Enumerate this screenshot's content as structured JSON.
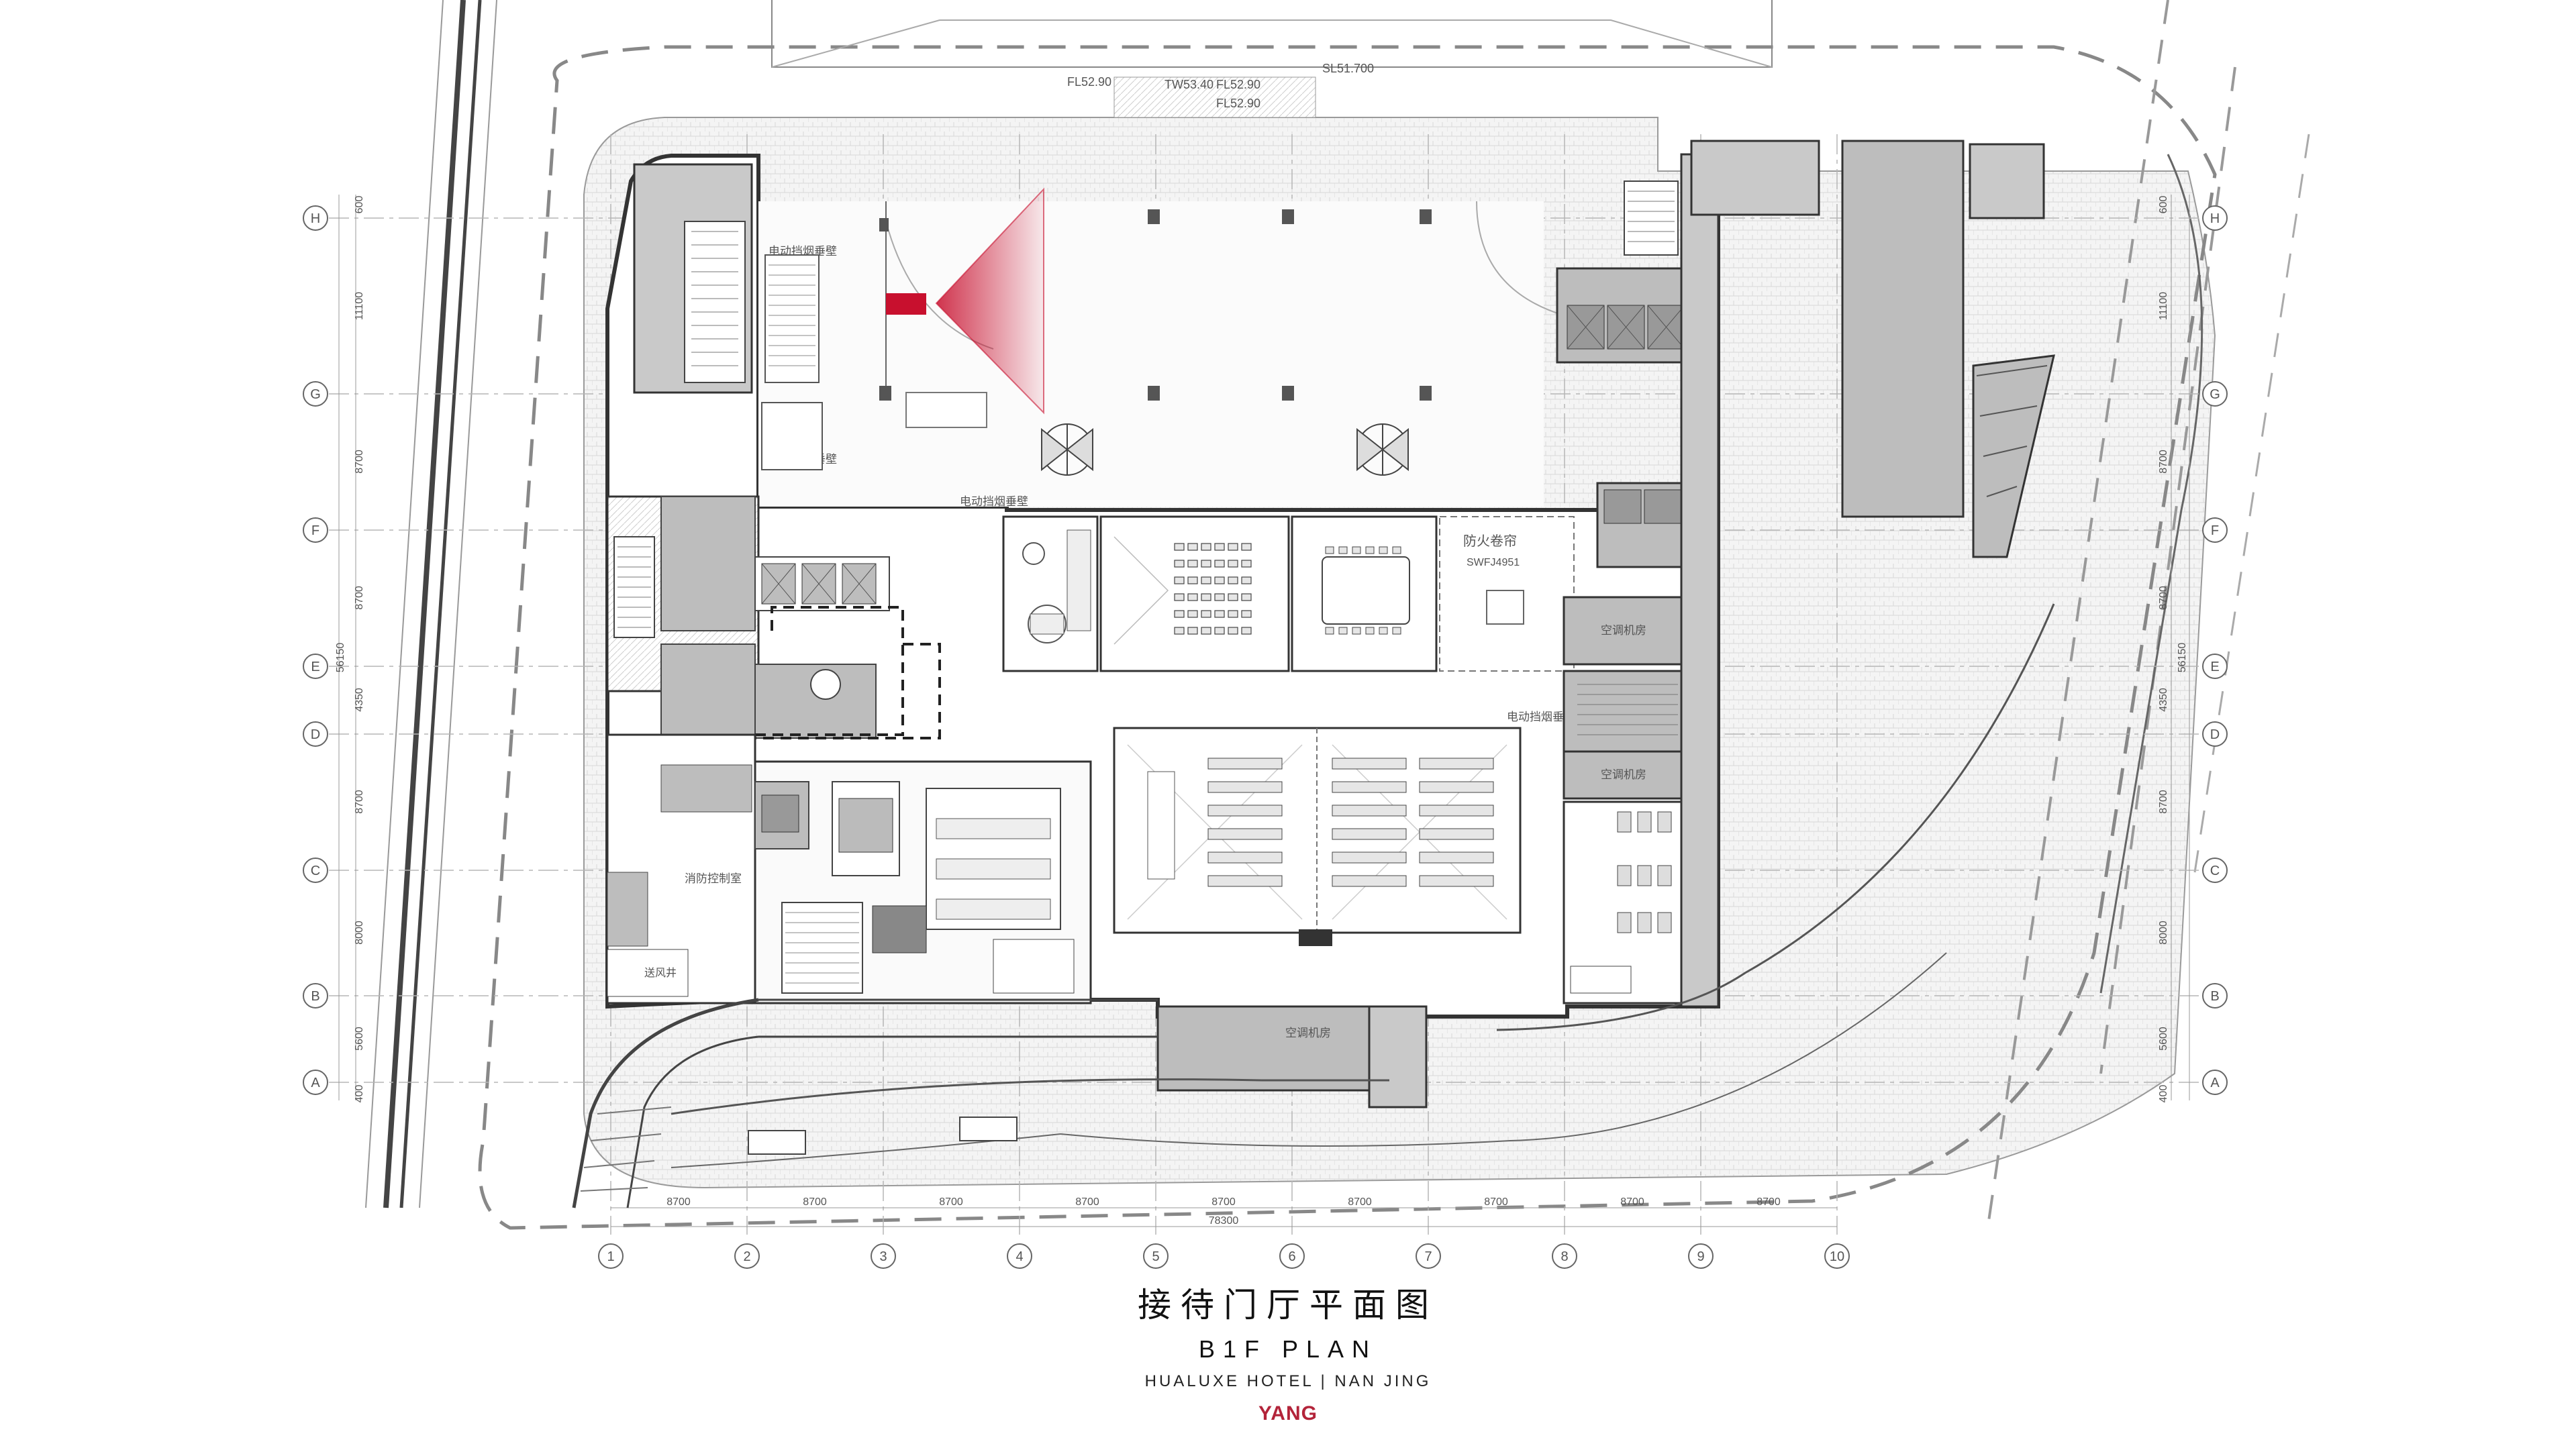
{
  "labels": {
    "sl": "SL51.700",
    "tw": "TW53.40",
    "fl_a": "FL52.90",
    "fl_b": "FL52.90",
    "fl_c": "FL52.90",
    "screen_a": "电动挡烟垂壁",
    "screen_b": "电动挡烟垂壁",
    "screen_c": "电动挡烟垂壁",
    "screen_d": "电动挡烟垂壁",
    "fire_shutter": "防火卷帘",
    "shutter_code": "SWFJ4951",
    "room_ac_a": "空调机房",
    "room_ac_b": "空调机房",
    "room_ac_c": "空调机房",
    "room_fire": "消防控制室",
    "room_fan": "送风井"
  },
  "grid": {
    "rows": [
      "H",
      "G",
      "F",
      "E",
      "D",
      "C",
      "B",
      "A"
    ],
    "row_dims": [
      "600",
      "11100",
      "8700",
      "8700",
      "4350",
      "8700",
      "8000",
      "5600",
      "400"
    ],
    "total_dim": "56150",
    "cols": [
      "1",
      "2",
      "3",
      "4",
      "5",
      "6",
      "7",
      "8",
      "9",
      "10"
    ],
    "col_dims": [
      "8700",
      "8700",
      "8700",
      "8700",
      "8700",
      "8700",
      "8700",
      "8700",
      "8700"
    ],
    "col_total": "78300"
  },
  "title": {
    "cn": "接待门厅平面图",
    "en": "B1F PLAN",
    "sub": "HUALUXE HOTEL | NAN JING",
    "brand": "YANG"
  },
  "colors": {
    "highlight": "#c8102e",
    "wall": "#333333",
    "fill_gray": "#bdbdbd"
  }
}
